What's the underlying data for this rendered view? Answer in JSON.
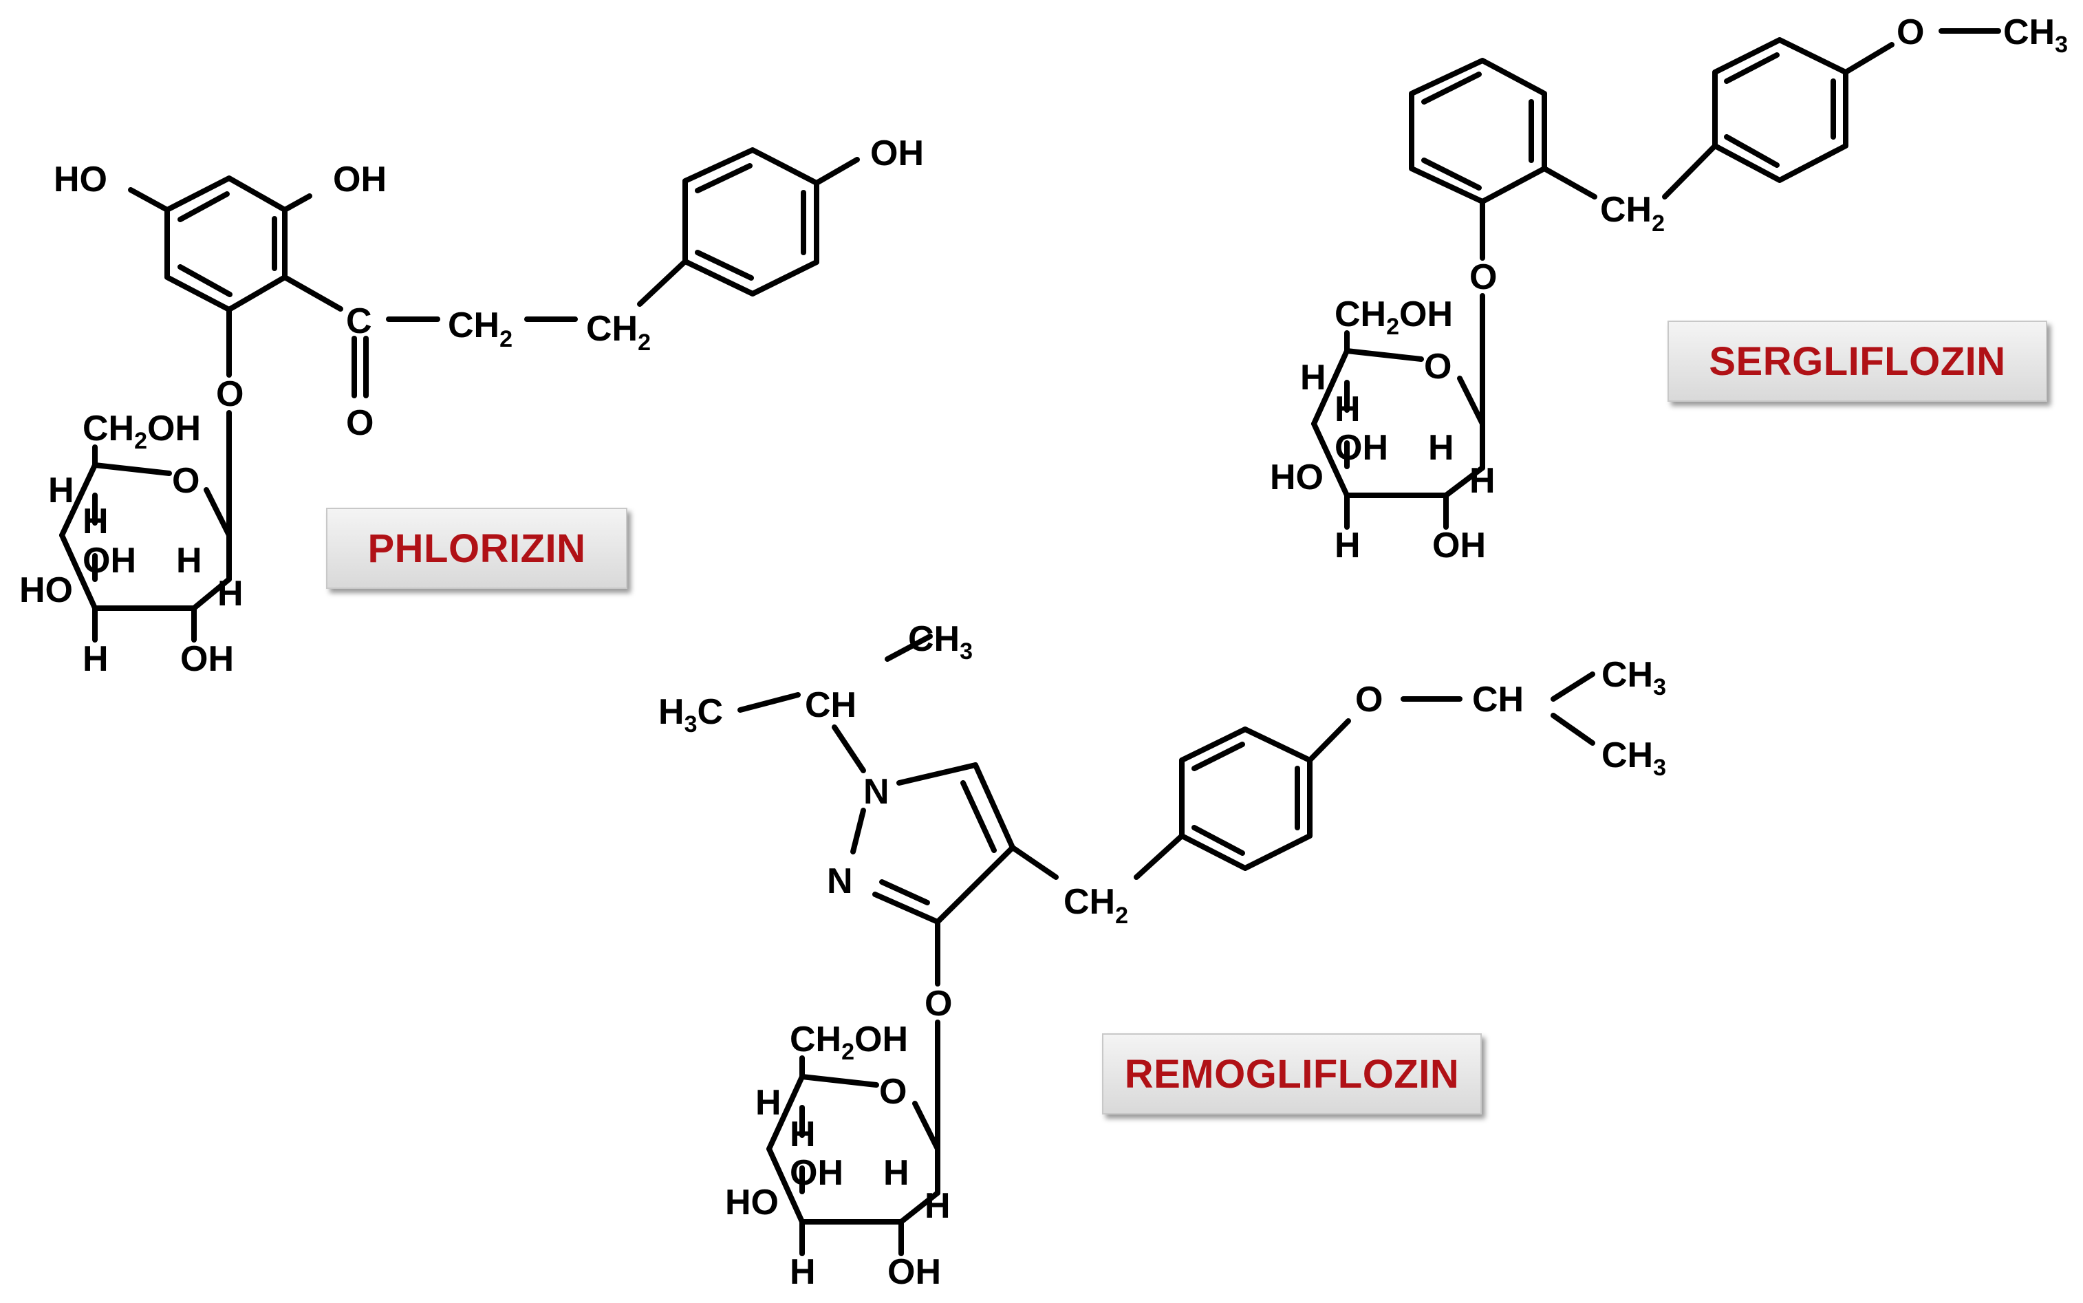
{
  "colors": {
    "name_text": "#b01116",
    "bonds": "#000000",
    "box_fill": "#e6e6e6"
  },
  "compounds": {
    "phlorizin": {
      "name": "PHLORIZIN",
      "labels": {
        "ho_left": "HO",
        "oh_top": "OH",
        "oh_right": "OH",
        "carbonyl_c": "C",
        "carbonyl_o": "O",
        "ch": "CH",
        "sub2": "2",
        "link_o": "O",
        "sugar_c": "CH",
        "sugar_oh": "OH",
        "ring_o": "O",
        "h": "H",
        "oh": "OH",
        "ho": "HO"
      }
    },
    "sergliflozin": {
      "name": "SERGLIFLOZIN",
      "labels": {
        "o": "O",
        "ch": "CH",
        "sub3": "3",
        "sub2": "2",
        "link_o": "O",
        "sugar_c": "CH",
        "sugar_oh": "OH",
        "ring_o": "O",
        "h": "H",
        "oh": "OH",
        "ho": "HO"
      }
    },
    "remogliflozin": {
      "name": "REMOGLIFLOZIN",
      "labels": {
        "ch": "CH",
        "h": "H",
        "c": "C",
        "sub3": "3",
        "sub2": "2",
        "n": "N",
        "o": "O",
        "link_o": "O",
        "sugar_c": "CH",
        "sugar_oh": "OH",
        "ring_o": "O",
        "oh": "OH",
        "ho": "HO"
      }
    }
  }
}
